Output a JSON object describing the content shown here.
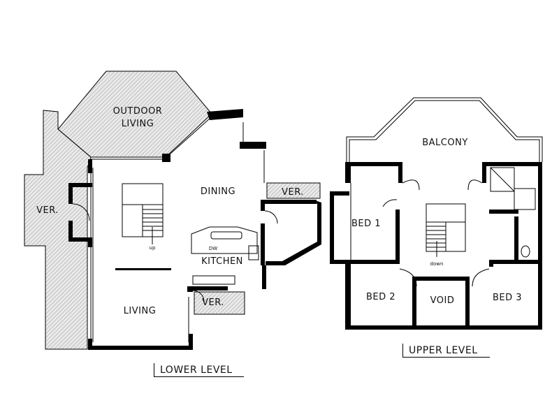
{
  "lower_level": {
    "caption": "LOWER LEVEL",
    "rooms": {
      "outdoor_living_1": "OUTDOOR",
      "outdoor_living_2": "LIVING",
      "ver_left": "VER.",
      "dining": "DINING",
      "ver_right": "VER.",
      "kitchen": "KITCHEN",
      "living": "LIVING",
      "ver_bottom": "VER."
    },
    "annotations": {
      "up": "up",
      "dw": "DW"
    }
  },
  "upper_level": {
    "caption": "UPPER LEVEL",
    "rooms": {
      "balcony": "BALCONY",
      "bed1": "BED 1",
      "bed2": "BED 2",
      "void": "VOID",
      "bed3": "BED 3"
    },
    "annotations": {
      "down": "down"
    }
  }
}
